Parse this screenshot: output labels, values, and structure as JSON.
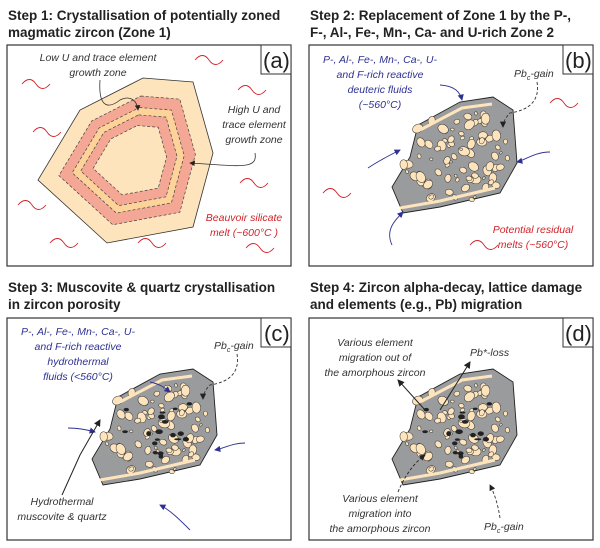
{
  "colors": {
    "zircon_outer": "#fde4bc",
    "zone_high": "#f4a795",
    "zone_low": "#fdd39a",
    "grain_grey": "#9a9b9d",
    "melt_red": "#d2232a",
    "fluid_blue": "#2e3192"
  },
  "panels": [
    {
      "tag": "(a)",
      "title": [
        "Step 1: Crystallisation of potentially zoned",
        "magmatic zircon (Zone 1)"
      ],
      "labels": {
        "low_zone": [
          "Low U and trace element",
          "growth zone"
        ],
        "high_zone": [
          "High U and",
          "trace element",
          "growth zone"
        ],
        "melt": [
          "Beauvoir silicate",
          "melt (~600°C )"
        ]
      }
    },
    {
      "tag": "(b)",
      "title": [
        "Step 2: Replacement of Zone 1 by the P-,",
        "F-, Al-, Fe-, Mn-, Ca- and U-rich Zone 2"
      ],
      "labels": {
        "fluids": [
          "P-, Al-, Fe-, Mn-, Ca-, U-",
          "and F-rich reactive",
          "deuteric fluids",
          "(~560°C)"
        ],
        "pb": "Pb",
        "pb_sub": "c",
        "pb_rest": "-gain",
        "melt": [
          "Potential residual",
          "melts (~560°C)"
        ]
      }
    },
    {
      "tag": "(c)",
      "title": [
        "Step 3: Muscovite & quartz crystallisation",
        "in zircon porosity"
      ],
      "labels": {
        "fluids": [
          "P-, Al-, Fe-, Mn-, Ca-, U-",
          "and F-rich reactive",
          "hydrothermal",
          "fluids (<560°C)"
        ],
        "pb": "Pb",
        "pb_sub": "c",
        "pb_rest": "-gain",
        "minerals": [
          "Hydrothermal",
          "muscovite & quartz"
        ]
      }
    },
    {
      "tag": "(d)",
      "title": [
        "Step 4: Zircon alpha-decay, lattice damage",
        "and elements (e.g., Pb) migration"
      ],
      "labels": {
        "out": [
          "Various element",
          "migration out of",
          "the amorphous zircon"
        ],
        "loss": "Pb*-loss",
        "in": [
          "Various element",
          "migration into",
          "the amorphous zircon"
        ],
        "pb": "Pb",
        "pb_sub": "c",
        "pb_rest": "-gain"
      }
    }
  ]
}
